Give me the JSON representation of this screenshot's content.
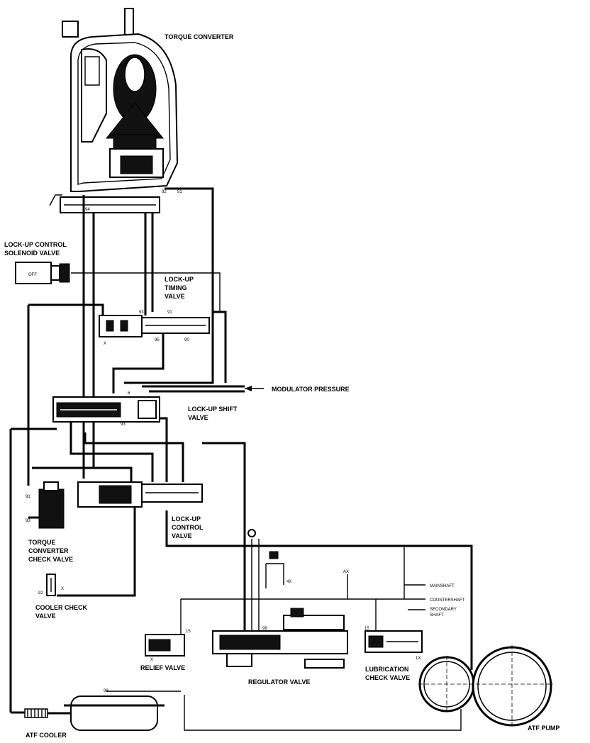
{
  "labels": {
    "torque_converter": "TORQUE CONVERTER",
    "lockup_solenoid_line1": "LOCK-UP CONTROL",
    "lockup_solenoid_line2": "SOLENOID VALVE",
    "solenoid_state": "OFF",
    "lockup_timing_line1": "LOCK-UP",
    "lockup_timing_line2": "TIMING",
    "lockup_timing_line3": "VALVE",
    "modulator_pressure": "MODULATOR PRESSURE",
    "lockup_shift_line1": "LOCK-UP SHIFT",
    "lockup_shift_line2": "VALVE",
    "lockup_control_line1": "LOCK-UP",
    "lockup_control_line2": "CONTROL",
    "lockup_control_line3": "VALVE",
    "tc_check_line1": "TORQUE",
    "tc_check_line2": "CONVERTER",
    "tc_check_line3": "CHECK VALVE",
    "cooler_check_line1": "COOLER CHECK",
    "cooler_check_line2": "VALVE",
    "mainshaft": "MAINSHAFT",
    "countershaft": "COUNTERSHAFT",
    "secondary_shaft_line1": "SECONDARY",
    "secondary_shaft_line2": "SHAFT",
    "relief_valve": "RELIEF VALVE",
    "regulator_valve": "REGULATOR VALVE",
    "lubrication_check_line1": "LUBRICATION",
    "lubrication_check_line2": "CHECK VALVE",
    "atf_cooler": "ATF COOLER",
    "atf_pump": "ATF PUMP"
  },
  "port_codes": {
    "p1": "92",
    "p2": "91",
    "p3": "94",
    "p4": "91",
    "p5": "93",
    "p6": "95",
    "p7": "90",
    "p8": "6",
    "p9": "93",
    "p10": "X",
    "p11": "91",
    "p12": "93",
    "p13": "X",
    "p14": "92",
    "p15": "15",
    "p16": "X",
    "p17": "AX",
    "p18": "4X",
    "p19": "99",
    "p20": "15",
    "p21": "1X",
    "p22": "99"
  }
}
